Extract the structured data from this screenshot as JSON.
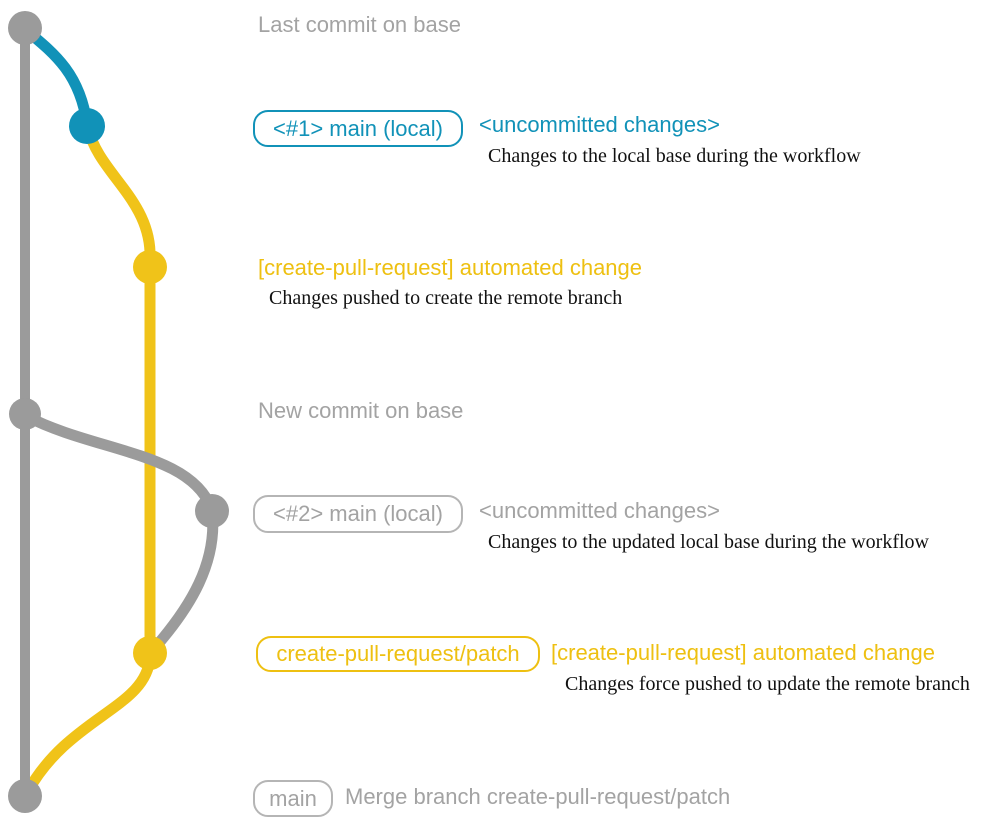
{
  "colors": {
    "gray_graph": "#9b9b9b",
    "gray_text": "#a3a3a3",
    "blue": "#1192b8",
    "yellow": "#f0c319",
    "description_text": "#111111"
  },
  "graph": {
    "events": [
      {
        "label": "Last commit on base"
      },
      {
        "badge": "<#1> main (local)",
        "note": "<uncommitted changes>",
        "description": "Changes to the local base during the workflow"
      },
      {
        "note": "[create-pull-request] automated change",
        "description": "Changes pushed to create the remote branch"
      },
      {
        "label": "New commit on base"
      },
      {
        "badge": "<#2> main (local)",
        "note": "<uncommitted changes>",
        "description": "Changes to the updated local base during the workflow"
      },
      {
        "badge": "create-pull-request/patch",
        "note": "[create-pull-request] automated change",
        "description": "Changes force pushed to update the remote branch"
      },
      {
        "badge": "main",
        "label": "Merge branch create-pull-request/patch"
      }
    ]
  }
}
